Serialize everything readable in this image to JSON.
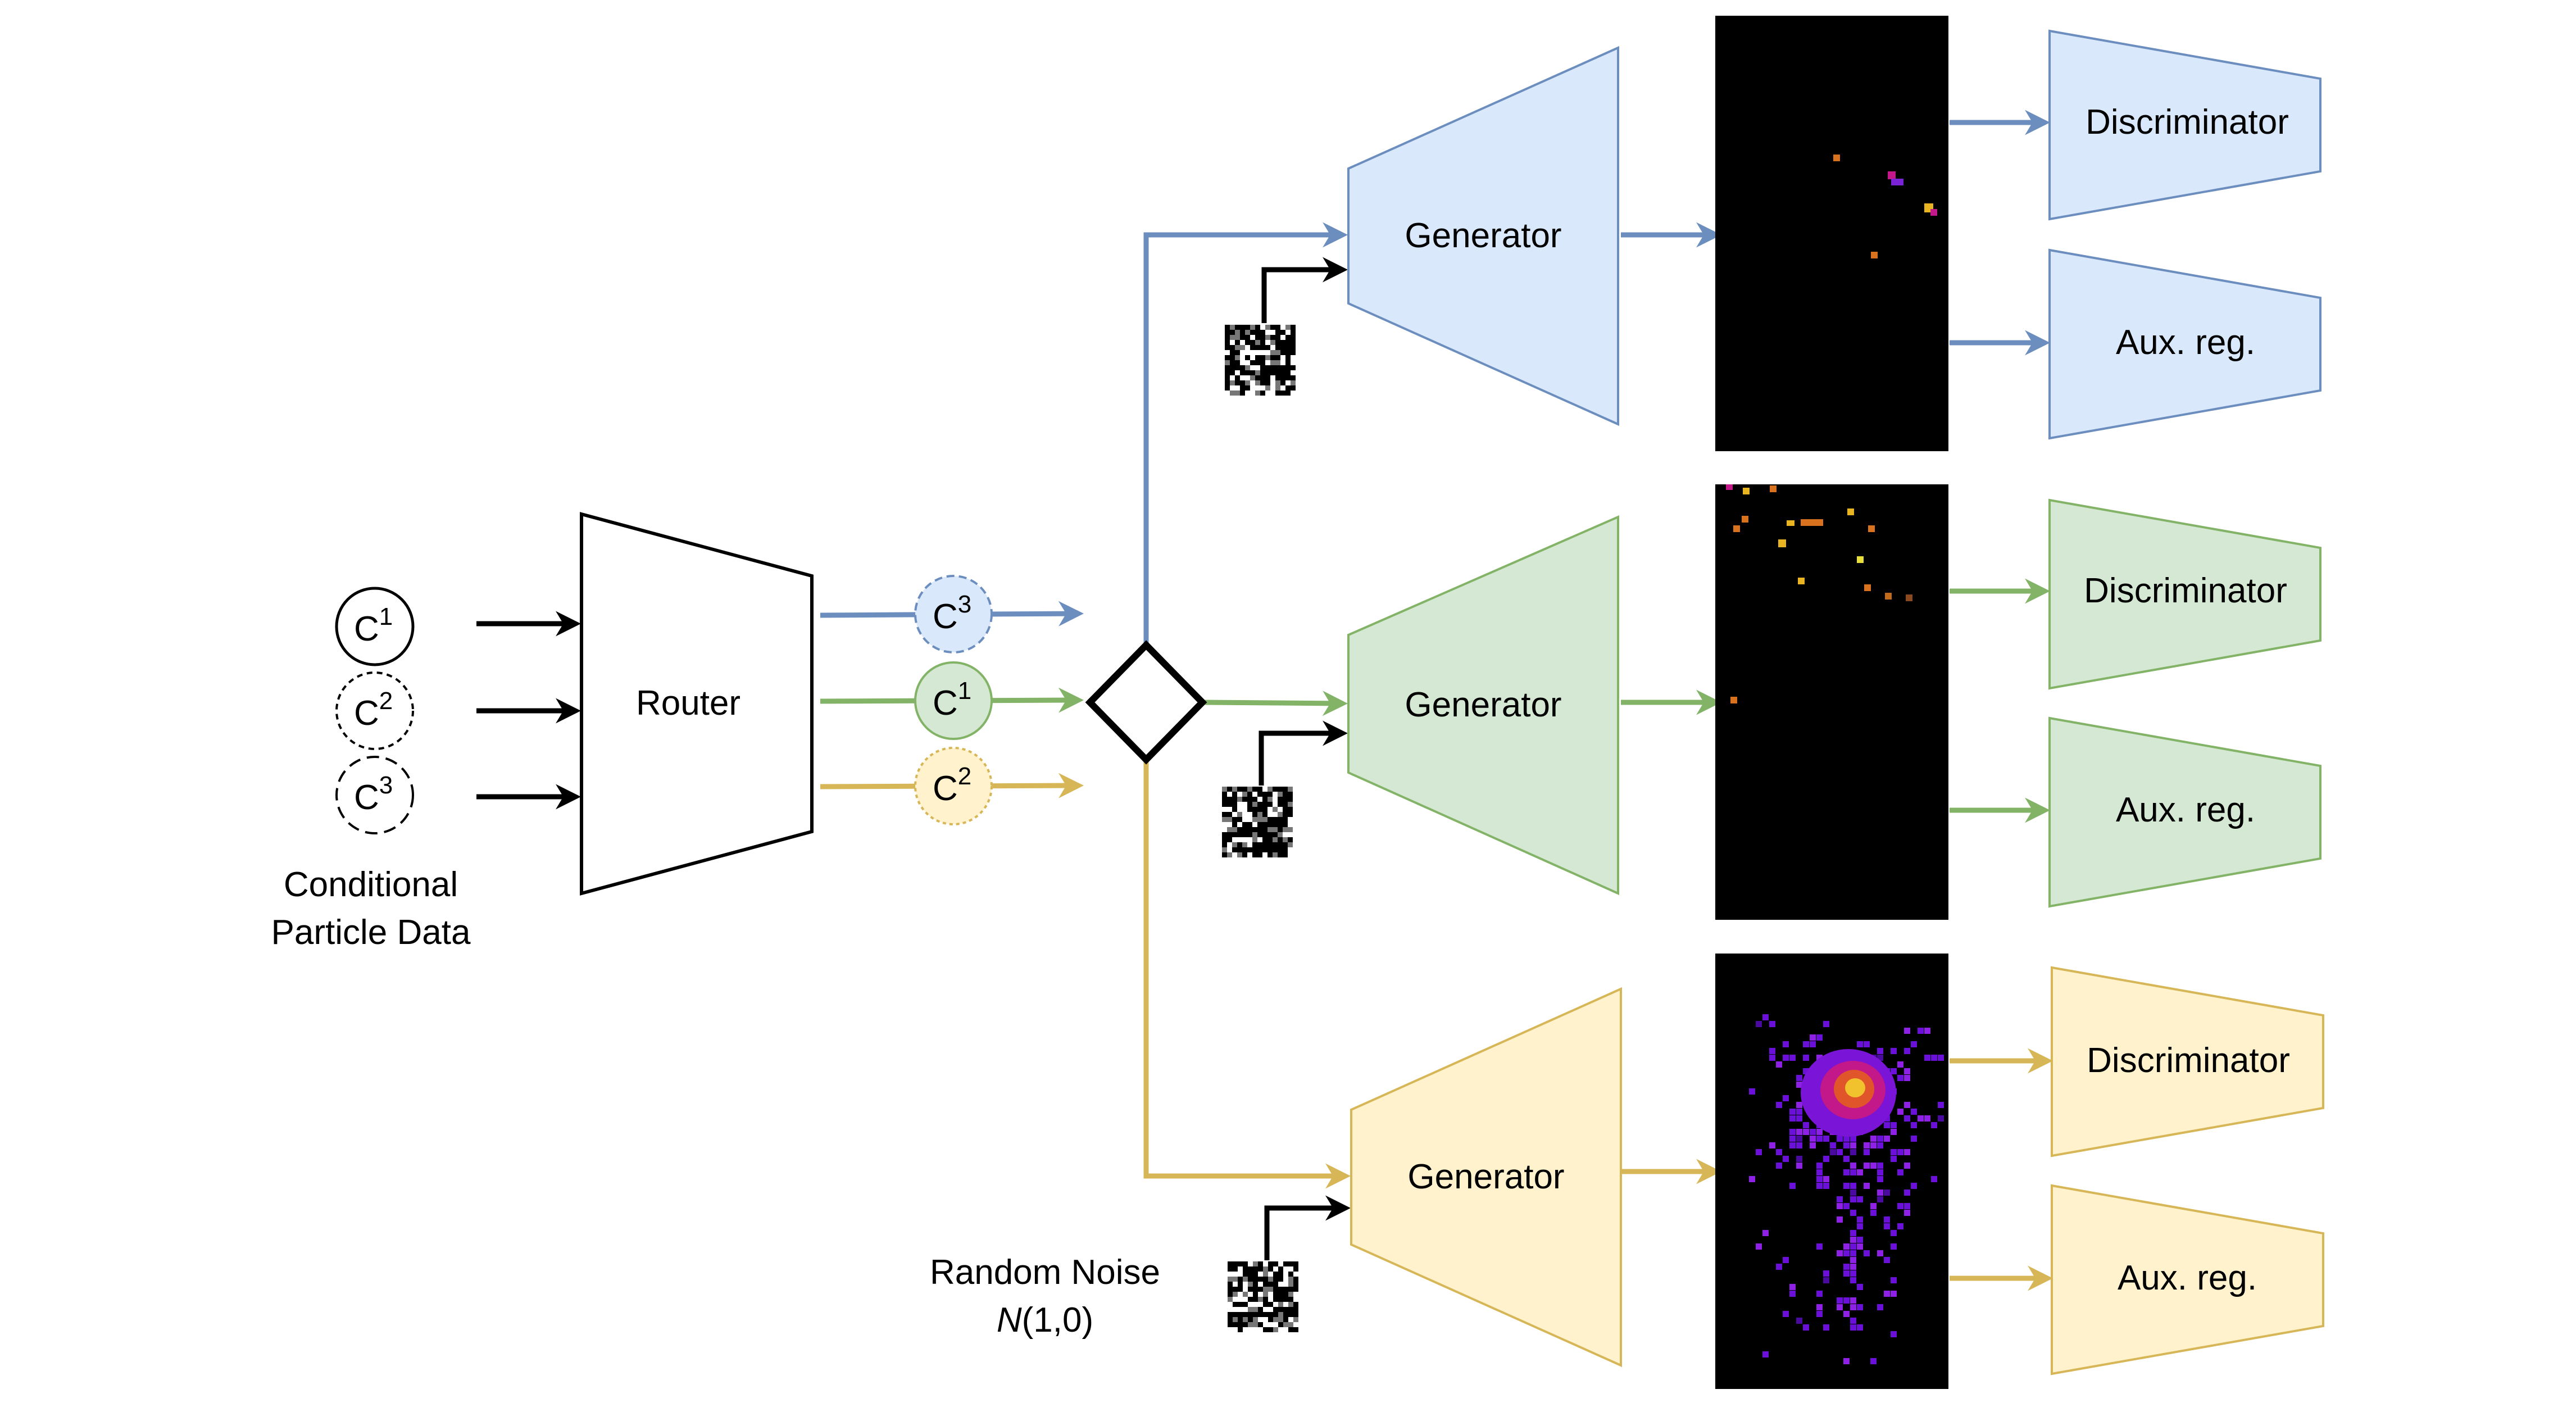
{
  "colors": {
    "blue_fill": "#dae8fc",
    "blue_stroke": "#6c8ebf",
    "green_fill": "#d5e8d4",
    "green_stroke": "#82b366",
    "yellow_fill": "#fff2cc",
    "yellow_stroke": "#d6b656",
    "black": "#000000"
  },
  "inputs": {
    "c1": {
      "base": "C",
      "sup": "1"
    },
    "c2": {
      "base": "C",
      "sup": "2"
    },
    "c3": {
      "base": "C",
      "sup": "3"
    },
    "caption_line1": "Conditional",
    "caption_line2": "Particle Data"
  },
  "router": {
    "label": "Router"
  },
  "routed": {
    "blue": {
      "base": "C",
      "sup": "3"
    },
    "green": {
      "base": "C",
      "sup": "1"
    },
    "yellow": {
      "base": "C",
      "sup": "2"
    }
  },
  "noise": {
    "line1": "Random Noise",
    "line2_italic": "N",
    "line2_rest": "(1,0)"
  },
  "branches": [
    {
      "color": "blue",
      "generator": "Generator",
      "discriminator": "Discriminator",
      "aux": "Aux. reg."
    },
    {
      "color": "green",
      "generator": "Generator",
      "discriminator": "Discriminator",
      "aux": "Aux. reg."
    },
    {
      "color": "yellow",
      "generator": "Generator",
      "discriminator": "Discriminator",
      "aux": "Aux. reg."
    }
  ]
}
